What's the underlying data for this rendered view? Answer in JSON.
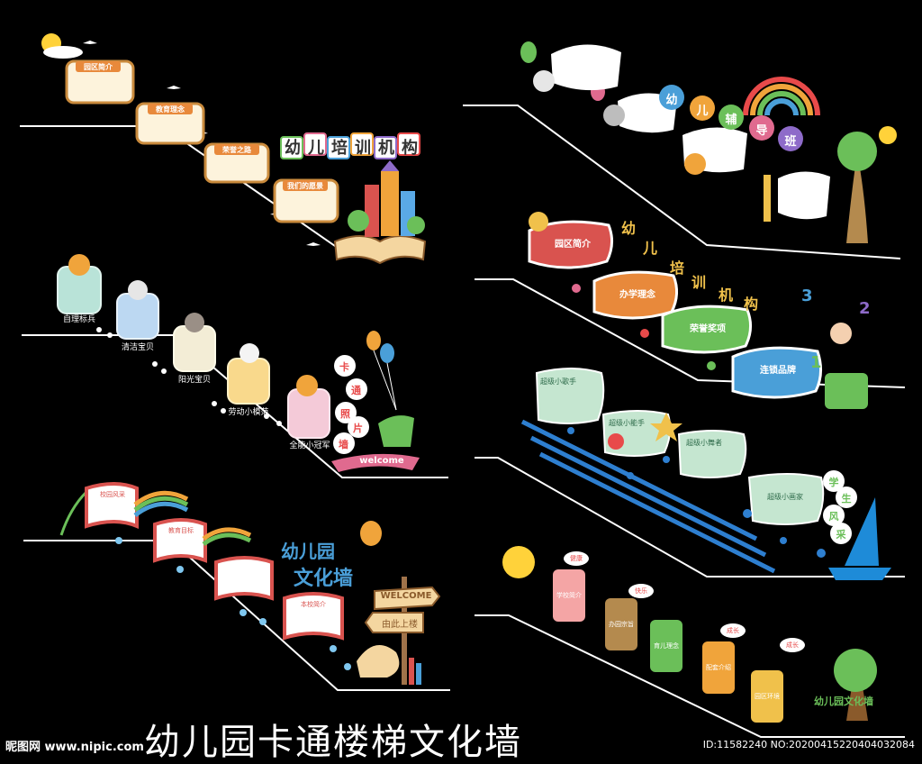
{
  "page_title": "幼儿园卡通楼梯文化墙",
  "watermark": "昵图网 www.nipic.com",
  "image_id_text": "ID:11582240 NO:20200415220404032084",
  "panel1": {
    "heading": "幼儿培训机构",
    "cards": [
      "园区简介",
      "教育理念",
      "荣誉之路",
      "我们的愿景"
    ]
  },
  "panel2": {
    "labels": [
      "自理标兵",
      "清洁宝贝",
      "阳光宝贝",
      "劳动小模范",
      "全能小冠军"
    ],
    "vertical_title": [
      "卡",
      "通",
      "照",
      "片",
      "墙"
    ],
    "ribbon": "welcome"
  },
  "panel3": {
    "book_labels": [
      "校园风采",
      "教育目标",
      "本校简介"
    ],
    "title_line1": "幼儿园",
    "title_line2": "文化墙",
    "sign_welcome": "WELCOME",
    "sign_sub": "由此上楼"
  },
  "panel4": {
    "title_chars": [
      "幼",
      "儿",
      "辅",
      "导",
      "班"
    ]
  },
  "panel5": {
    "heading_chars": [
      "幼",
      "儿",
      "培",
      "训",
      "机",
      "构"
    ],
    "bubbles": [
      "园区简介",
      "办学理念",
      "荣誉奖项",
      "连锁品牌"
    ],
    "numbers": [
      "3",
      "2",
      "1"
    ]
  },
  "panel6": {
    "cards": [
      "超级小歌手",
      "超级小能手",
      "超级小舞者",
      "超级小画家"
    ],
    "vertical_title": [
      "学",
      "生",
      "风",
      "采"
    ]
  },
  "panel7": {
    "cards": [
      "学校简介",
      "办园宗旨",
      "育儿理念",
      "配套介绍",
      "园区环境"
    ],
    "clouds": [
      "健康",
      "快乐",
      "成长",
      "成长"
    ],
    "tree_text": "幼儿园文化墙"
  },
  "colors": {
    "background": "#000000",
    "line": "#ffffff"
  }
}
